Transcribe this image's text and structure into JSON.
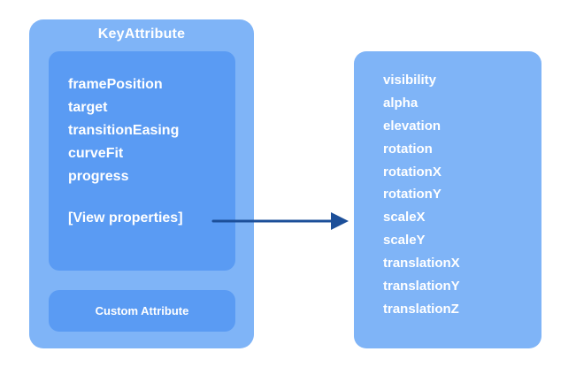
{
  "key_attribute": {
    "title": "KeyAttribute",
    "attributes": [
      "framePosition",
      "target",
      "transitionEasing",
      "curveFit",
      "progress"
    ],
    "view_properties_label": "[View properties]",
    "custom_attribute_label": "Custom Attribute"
  },
  "view_properties": {
    "items": [
      "visibility",
      "alpha",
      "elevation",
      "rotation",
      "rotationX",
      "rotationY",
      "scaleX",
      "scaleY",
      "translationX",
      "translationY",
      "translationZ"
    ]
  },
  "colors": {
    "outer_box": "#7fb4f7",
    "inner_box": "#5a9bf3",
    "arrow": "#1c4f99",
    "text": "#ffffff"
  },
  "icons": {
    "connector": "arrow-right-icon"
  }
}
